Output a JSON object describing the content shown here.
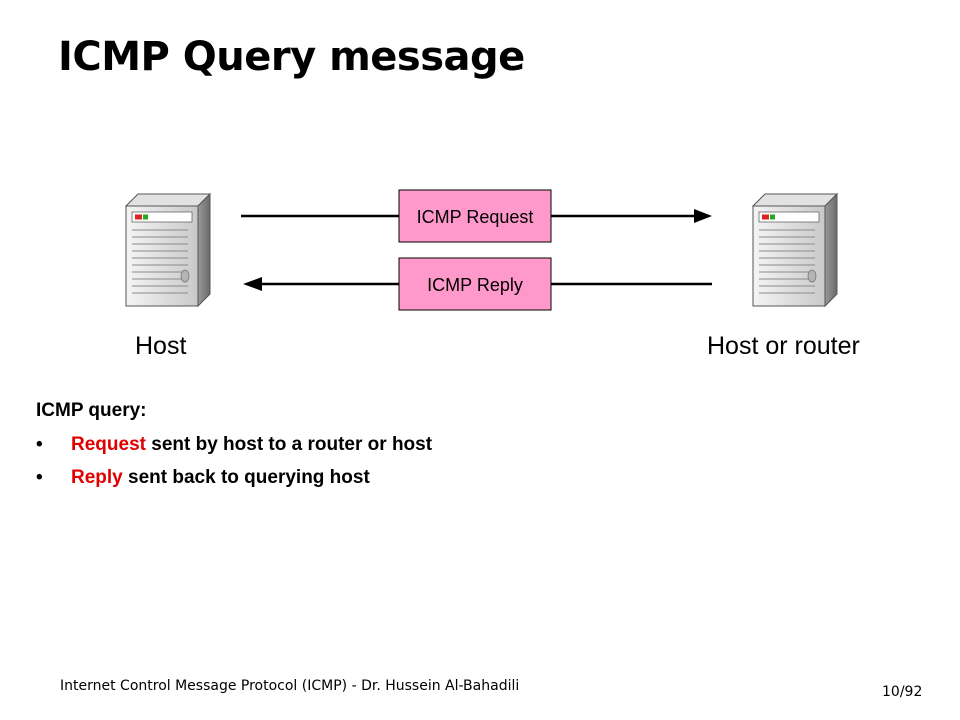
{
  "slide": {
    "title": "ICMP Query message",
    "footer": "Internet Control Message Protocol (ICMP) - Dr. Hussein Al-Bahadili",
    "page_number": "10/92"
  },
  "diagram": {
    "left_node": "Host",
    "right_node": "Host or router",
    "request_label": "ICMP Request",
    "reply_label": "ICMP Reply",
    "box_color": "#ff99cc",
    "server_icon": "server-tower-icon"
  },
  "body": {
    "heading": "ICMP query:",
    "bullet_symbol": "•",
    "highlight_color": "#e00000",
    "bullets": [
      {
        "highlight": "Request",
        "rest": " sent by host to a router or host"
      },
      {
        "highlight": "Reply",
        "rest": " sent back to querying host"
      }
    ]
  }
}
